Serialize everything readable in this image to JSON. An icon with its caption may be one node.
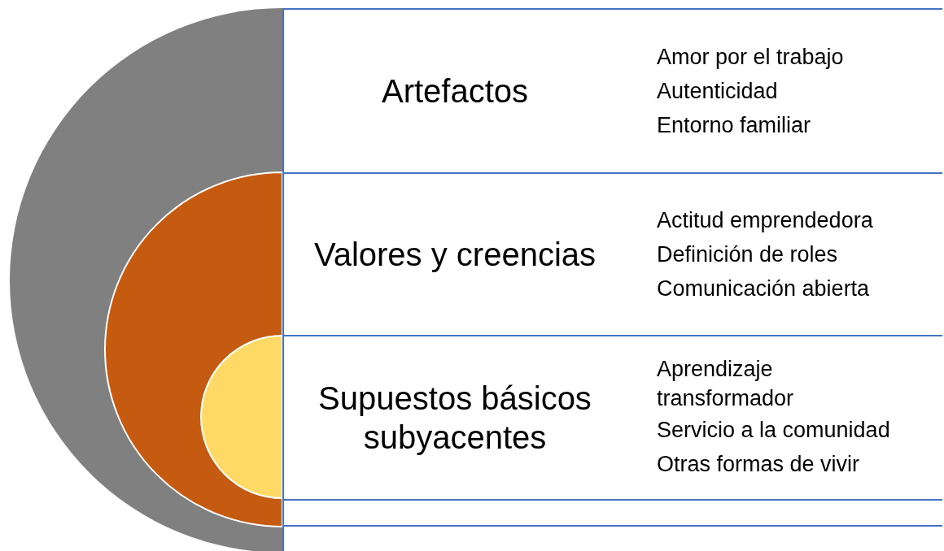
{
  "diagram": {
    "nodes": [
      {
        "text": [
          "Artefactos",
          "Amor por el trabajo",
          "Autenticidad",
          "Entorno familiar"
        ]
      },
      {
        "text": [
          "Valores y creencias",
          "Actitud emprendedora",
          "Definición de roles",
          "Comunicación abierta"
        ]
      },
      {
        "text": [
          "Supuestos básicos subyacentes",
          "Aprendizaje transformador",
          "Servicio a la comunidad",
          "Otras formas de vivir"
        ]
      },
      {
        "text": [],
        "shape": "box"
      }
    ]
  }
}
